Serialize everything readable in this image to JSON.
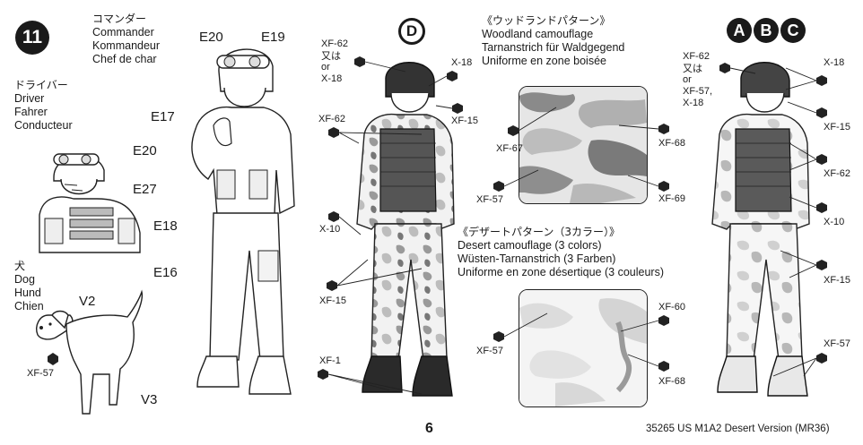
{
  "step": {
    "number": "11"
  },
  "commander": {
    "jp": "コマンダー",
    "en": "Commander",
    "de": "Kommandeur",
    "fr": "Chef de char"
  },
  "driver": {
    "jp": "ドライバー",
    "en": "Driver",
    "de": "Fahrer",
    "fr": "Conducteur"
  },
  "dog": {
    "jp": "犬",
    "en": "Dog",
    "de": "Hund",
    "fr": "Chien"
  },
  "parts": {
    "e20_top": "E20",
    "e19": "E19",
    "e17": "E17",
    "e18": "E18",
    "e16": "E16",
    "e20_driver": "E20",
    "e27": "E27",
    "v2": "V2",
    "v3": "V3"
  },
  "dog_paint": "XF-57",
  "version_d": {
    "letter": "D",
    "helmet_paint": [
      "XF-62",
      "又は",
      "or",
      "X-18"
    ],
    "x18": "X-18",
    "xf15_top": "XF-15",
    "xf62": "XF-62",
    "x10": "X-10",
    "xf15_bottom": "XF-15",
    "xf1": "XF-1"
  },
  "woodland": {
    "jp": "《ウッドランドパターン》",
    "en": "Woodland camouflage",
    "de": "Tarnanstrich für Waldgegend",
    "fr": "Uniforme en zone boisée",
    "xf67": "XF-67",
    "xf68": "XF-68",
    "xf57": "XF-57",
    "xf69": "XF-69"
  },
  "desert": {
    "jp": "《デザートパターン（3カラー）》",
    "en": "Desert camouflage (3 colors)",
    "de": "Wüsten-Tarnanstrich (3 Farben)",
    "fr": "Uniforme en zone désertique (3 couleurs)",
    "xf60": "XF-60",
    "xf57": "XF-57",
    "xf68": "XF-68"
  },
  "version_abc": {
    "letters": [
      "A",
      "B",
      "C"
    ],
    "helmet_paint": [
      "XF-62",
      "又は",
      "or",
      "XF-57,",
      "X-18"
    ],
    "x18": "X-18",
    "xf15_top": "XF-15",
    "xf62": "XF-62",
    "x10": "X-10",
    "xf15_bottom": "XF-15",
    "xf57": "XF-57"
  },
  "footer": {
    "page": "6",
    "code": "35265  US M1A2 Desert Version (MR36)"
  },
  "colors": {
    "ink": "#1a1a1a",
    "camo_light": "#e6e6e6",
    "camo_mid": "#b4b4b4",
    "camo_dark": "#6e6e6e"
  }
}
